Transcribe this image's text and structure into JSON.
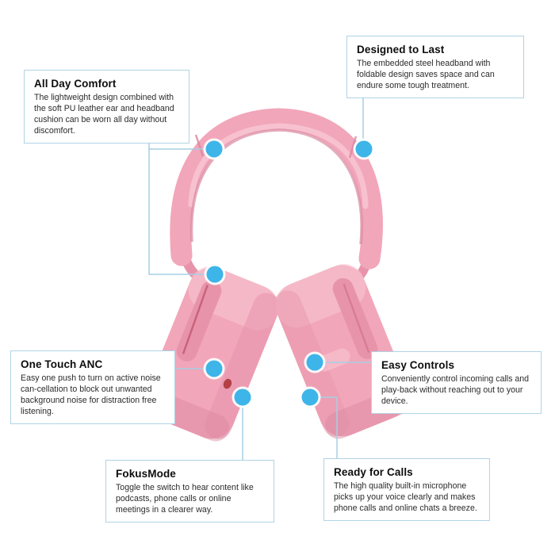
{
  "colors": {
    "background": "#ffffff",
    "box_border": "#afd4e5",
    "connector": "#a6cfe3",
    "dot_fill": "#3db5e8",
    "dot_ring": "#ffffff",
    "pink_main": "#f2a6ba",
    "pink_light": "#f8c6d2",
    "pink_mid": "#e794ab",
    "pink_dark": "#d9879f",
    "accent_red": "#b34044",
    "title_color": "#0d0d0d",
    "body_color": "#2b2b2b"
  },
  "product": {
    "name": "pink wireless over-ear headphones",
    "hotspots": [
      "headband-cushion-left",
      "headband-fold-right",
      "hinge-left",
      "anc-button",
      "control-buttons",
      "fokusmode-switch",
      "microphone"
    ]
  },
  "callouts": [
    {
      "id": "all-day-comfort",
      "title": "All Day Comfort",
      "body": "The lightweight design combined with the soft PU leather ear  and headband cushion can be worn all day without discomfort."
    },
    {
      "id": "designed-to-last",
      "title": "Designed to Last",
      "body": "The embedded steel headband with foldable design saves space and can endure some tough treatment."
    },
    {
      "id": "one-touch-anc",
      "title": "One Touch ANC",
      "body": "Easy one push to turn on active noise can-cellation to block out unwanted background noise for distraction free listening."
    },
    {
      "id": "easy-controls",
      "title": "Easy Controls",
      "body": "Conveniently control incoming calls and play-back without reaching out to your device."
    },
    {
      "id": "fokusmode",
      "title": "FokusMode",
      "body": "Toggle the switch  to hear content like podcasts, phone calls or online meetings in a clearer way."
    },
    {
      "id": "ready-for-calls",
      "title": "Ready for Calls",
      "body": "The high quality built-in microphone picks up your voice clearly and makes phone calls and online chats a breeze."
    }
  ]
}
